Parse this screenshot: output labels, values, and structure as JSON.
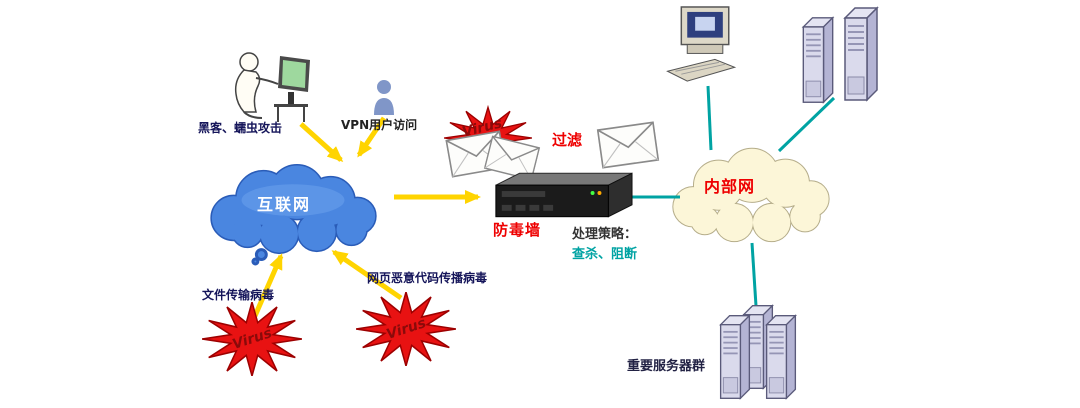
{
  "diagram": {
    "labels": {
      "hacker_attack": "黑客、蠕虫攻击",
      "vpn_user": "VPN用户访问",
      "internet": "互联网",
      "virus_top": "Virus",
      "virus_file": "Virus",
      "virus_web": "Virus",
      "filter": "过滤",
      "firewall": "防毒墙",
      "policy_title": "处理策略：",
      "policy_actions": "查杀、阻断",
      "intranet": "内部网",
      "file_transfer_virus": "文件传输病毒",
      "web_malicious_code_virus": "网页恶意代码传播病毒",
      "server_group": "重要服务器群"
    },
    "colors": {
      "internet_cloud": "#4a86e0",
      "intranet_cloud": "#fcf6d8",
      "arrow_yellow": "#ffd400",
      "teal_line": "#00a3a3",
      "virus_star": "#e81212",
      "red_label": "#ee0000",
      "dark_label": "#15155a",
      "teal_label": "#00a3a3"
    }
  }
}
